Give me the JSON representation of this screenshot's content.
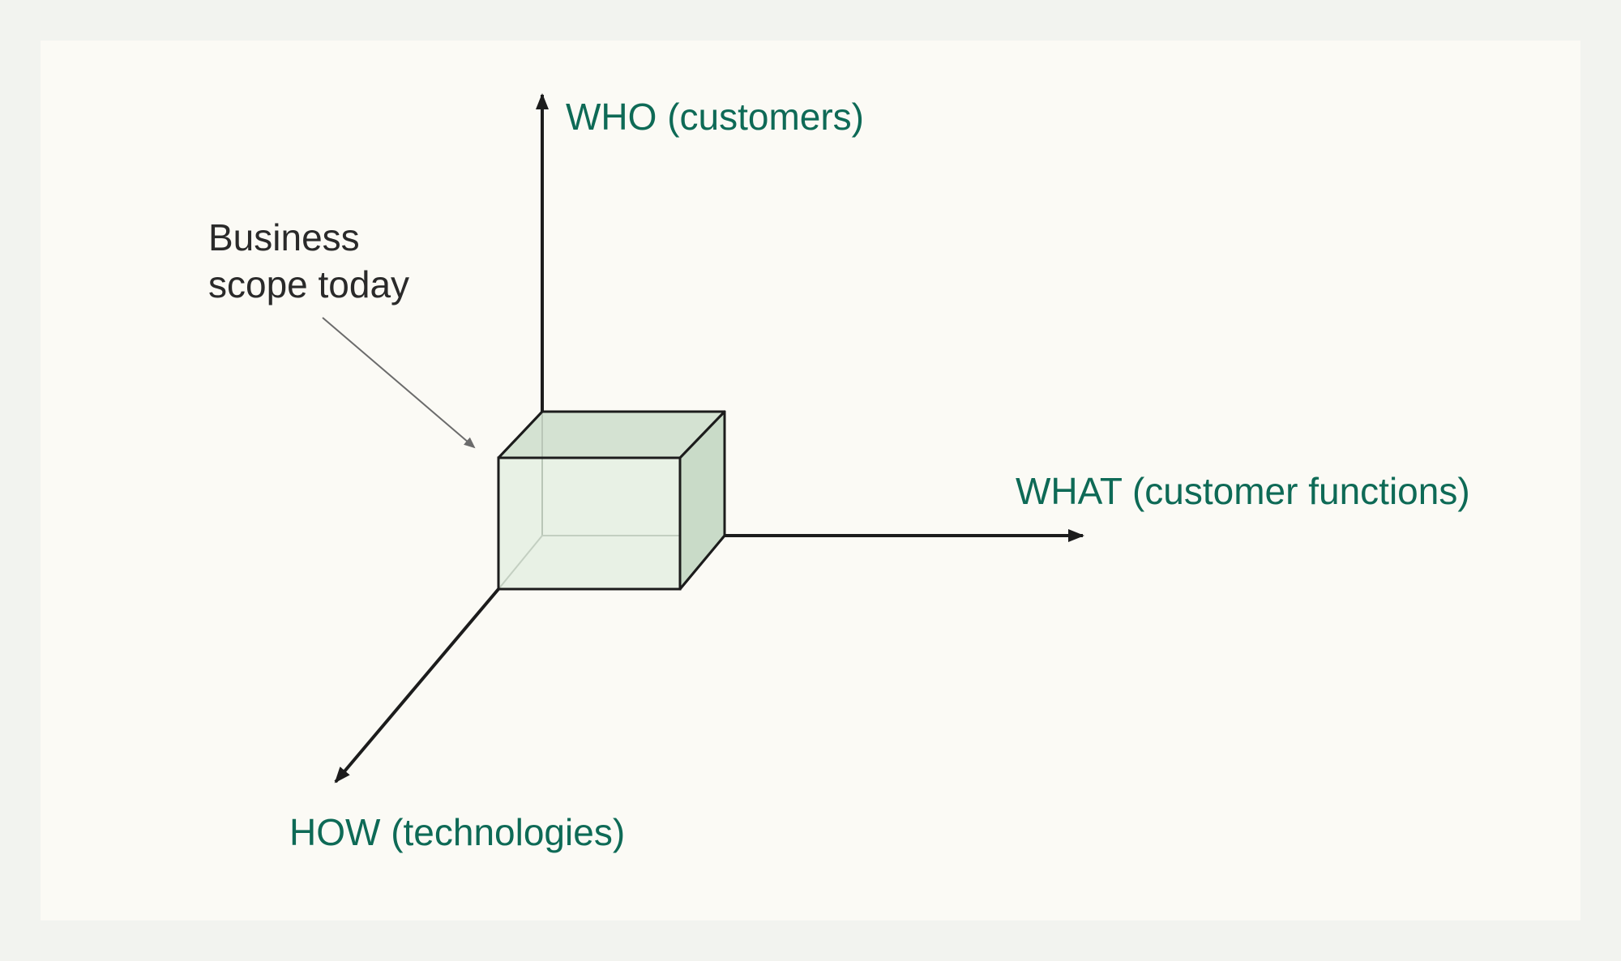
{
  "diagram": {
    "axes": {
      "who": "WHO (customers)",
      "what": "WHAT (customer functions)",
      "how": "HOW (technologies)"
    },
    "callout": {
      "line1": "Business",
      "line2": "scope today"
    },
    "colors": {
      "background": "#fbfaf5",
      "outer_background": "#f2f3ef",
      "axis_label": "#0e6a56",
      "axis_line": "#1c1c1c",
      "callout_text": "#2a2a2a",
      "callout_arrow": "#6b6b6b",
      "cube_front": "#e6efe3",
      "cube_top": "#d4e2d2",
      "cube_side": "#c9dbc8"
    }
  }
}
